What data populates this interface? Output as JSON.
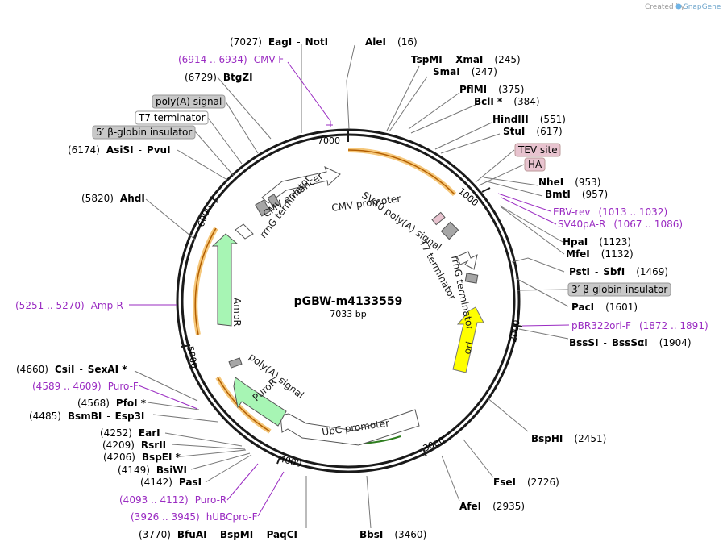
{
  "watermark": {
    "prefix": "Created by",
    "brand": "SnapGene"
  },
  "plasmid": {
    "name": "pGBW-m4133559",
    "length_label": "7033 bp"
  },
  "ticks": [
    "1000",
    "2000",
    "3000",
    "4000",
    "5000",
    "6000",
    "7000"
  ],
  "sites": [
    {
      "id": "eag-not",
      "pre": "(7027)",
      "names": [
        "EagI",
        "NotI"
      ],
      "post": ""
    },
    {
      "id": "ale",
      "pre": "",
      "names": [
        "AleI"
      ],
      "post": "(16)"
    },
    {
      "id": "tspmi",
      "pre": "",
      "names": [
        "TspMI",
        "XmaI"
      ],
      "post": "(245)"
    },
    {
      "id": "sma",
      "pre": "",
      "names": [
        "SmaI"
      ],
      "post": "(247)"
    },
    {
      "id": "pflmi",
      "pre": "",
      "names": [
        "PflMI"
      ],
      "post": "(375)"
    },
    {
      "id": "bcl",
      "pre": "",
      "names": [
        "BclI *"
      ],
      "post": "(384)"
    },
    {
      "id": "hind",
      "pre": "",
      "names": [
        "HindIII"
      ],
      "post": "(551)"
    },
    {
      "id": "stu",
      "pre": "",
      "names": [
        "StuI"
      ],
      "post": "(617)"
    },
    {
      "id": "nhe",
      "pre": "",
      "names": [
        "NheI"
      ],
      "post": "(953)"
    },
    {
      "id": "bmt",
      "pre": "",
      "names": [
        "BmtI"
      ],
      "post": "(957)"
    },
    {
      "id": "hpa",
      "pre": "",
      "names": [
        "HpaI"
      ],
      "post": "(1123)"
    },
    {
      "id": "mfe",
      "pre": "",
      "names": [
        "MfeI"
      ],
      "post": "(1132)"
    },
    {
      "id": "pst",
      "pre": "",
      "names": [
        "PstI",
        "SbfI"
      ],
      "post": "(1469)"
    },
    {
      "id": "pac",
      "pre": "",
      "names": [
        "PacI"
      ],
      "post": "(1601)"
    },
    {
      "id": "bsssi",
      "pre": "",
      "names": [
        "BssSI",
        "BssSαI"
      ],
      "post": "(1904)"
    },
    {
      "id": "bsphi",
      "pre": "",
      "names": [
        "BspHI"
      ],
      "post": "(2451)"
    },
    {
      "id": "fse",
      "pre": "",
      "names": [
        "FseI"
      ],
      "post": "(2726)"
    },
    {
      "id": "afe",
      "pre": "",
      "names": [
        "AfeI"
      ],
      "post": "(2935)"
    },
    {
      "id": "bbs",
      "pre": "",
      "names": [
        "BbsI"
      ],
      "post": "(3460)"
    },
    {
      "id": "bfuai",
      "pre": "(3770)",
      "names": [
        "BfuAI",
        "BspMI",
        "PaqCI"
      ],
      "post": ""
    },
    {
      "id": "pas",
      "pre": "(4142)",
      "names": [
        "PasI"
      ],
      "post": ""
    },
    {
      "id": "bsiwi",
      "pre": "(4149)",
      "names": [
        "BsiWI"
      ],
      "post": ""
    },
    {
      "id": "bspei",
      "pre": "(4206)",
      "names": [
        "BspEI *"
      ],
      "post": ""
    },
    {
      "id": "rsr",
      "pre": "(4209)",
      "names": [
        "RsrII"
      ],
      "post": ""
    },
    {
      "id": "ear",
      "pre": "(4252)",
      "names": [
        "EarI"
      ],
      "post": ""
    },
    {
      "id": "bsmbi",
      "pre": "(4485)",
      "names": [
        "BsmBI",
        "Esp3I"
      ],
      "post": ""
    },
    {
      "id": "pfoi",
      "pre": "(4568)",
      "names": [
        "PfoI *"
      ],
      "post": ""
    },
    {
      "id": "csi",
      "pre": "(4660)",
      "names": [
        "CsiI",
        "SexAI *"
      ],
      "post": ""
    },
    {
      "id": "ahd",
      "pre": "(5820)",
      "names": [
        "AhdI"
      ],
      "post": ""
    },
    {
      "id": "asisi",
      "pre": "(6174)",
      "names": [
        "AsiSI",
        "PvuI"
      ],
      "post": ""
    },
    {
      "id": "btgzi",
      "pre": "(6729)",
      "names": [
        "BtgZI"
      ],
      "post": ""
    }
  ],
  "primers": [
    {
      "id": "cmvf",
      "pre": "(6914 .. 6934)",
      "name": "CMV-F",
      "post": ""
    },
    {
      "id": "ebvrev",
      "pre": "",
      "name": "EBV-rev",
      "post": "(1013 .. 1032)"
    },
    {
      "id": "sv40pa",
      "pre": "",
      "name": "SV40pA-R",
      "post": "(1067 .. 1086)"
    },
    {
      "id": "pbr322",
      "pre": "",
      "name": "pBR322ori-F",
      "post": "(1872 .. 1891)"
    },
    {
      "id": "ampr",
      "pre": "(5251 .. 5270)",
      "name": "Amp-R",
      "post": ""
    },
    {
      "id": "purof",
      "pre": "(4589 .. 4609)",
      "name": "Puro-F",
      "post": ""
    },
    {
      "id": "puror",
      "pre": "(4093 .. 4112)",
      "name": "Puro-R",
      "post": ""
    },
    {
      "id": "hubc",
      "pre": "(3926 .. 3945)",
      "name": "hUBCpro-F",
      "post": ""
    }
  ],
  "boxed_labels": [
    {
      "id": "polya",
      "text": "poly(A) signal"
    },
    {
      "id": "t7term",
      "text": "T7 terminator"
    },
    {
      "id": "globin5",
      "text": "5′ β-globin insulator"
    },
    {
      "id": "tev",
      "text": "TEV site"
    },
    {
      "id": "ha",
      "text": "HA"
    },
    {
      "id": "globin3",
      "text": "3′ β-globin insulator"
    }
  ],
  "features": {
    "cmv_enhancer": "CMV enhancer",
    "cmv_promoter": "CMV promoter",
    "sv40_polya": "SV40 poly(A) signal",
    "t7_term": "T7 terminator",
    "rrng_right": "rrnG terminator",
    "ori": "ori",
    "ubc_promoter": "UbC promoter",
    "puror": "PuroR",
    "polya_inner": "poly(A) signal",
    "ampr": "AmpR",
    "rrng_left": "rrnG terminator"
  },
  "colors": {
    "ring": "#1a1a1a",
    "primer": "#9a2bc2",
    "orf_highlight": "#f5c77a",
    "ori_fill": "#ffff00",
    "marker_fill": "#a7f5b4",
    "gray_box": "#c8c8c8",
    "pink_box": "#e8c3cf",
    "orf_line": "#b35e00",
    "green_line": "#2e7d1f"
  }
}
